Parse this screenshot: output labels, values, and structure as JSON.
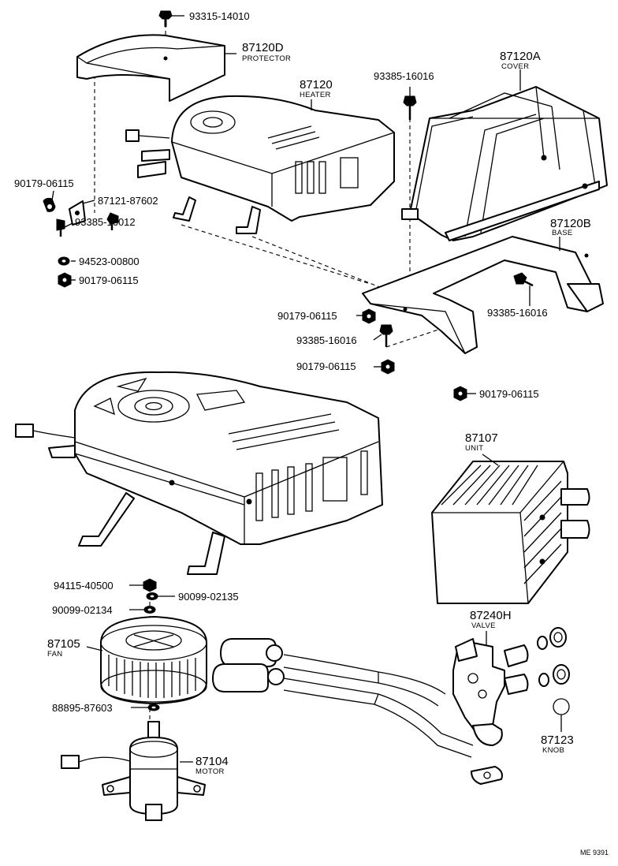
{
  "diagram_code": "ME 9391",
  "labels": {
    "p93315_14010": "93315-14010",
    "p87120D": "87120D",
    "p87120D_name": "PROTECTOR",
    "p87120": "87120",
    "p87120_name": "HEATER",
    "p93385_16016_top": "93385-16016",
    "p87120A": "87120A",
    "p87120A_name": "COVER",
    "p90179_06115_left": "90179-06115",
    "p87121_87602": "87121-87602",
    "p93385_16012": "93385-16012",
    "p94523_00800": "94523-00800",
    "p90179_06115_left2": "90179-06115",
    "p87120B": "87120B",
    "p87120B_name": "BASE",
    "p93385_16016_right": "93385-16016",
    "p90179_06115_mid1": "90179-06115",
    "p93385_16016_mid": "93385-16016",
    "p90179_06115_mid2": "90179-06115",
    "p90179_06115_right": "90179-06115",
    "p87107": "87107",
    "p87107_name": "UNIT",
    "p94115_40500": "94115-40500",
    "p90099_02135": "90099-02135",
    "p90099_02134": "90099-02134",
    "p87105": "87105",
    "p87105_name": "FAN",
    "p87240H": "87240H",
    "p87240H_name": "VALVE",
    "p88895_87603": "88895-87603",
    "p87123": "87123",
    "p87123_name": "KNOB",
    "p87104": "87104",
    "p87104_name": "MOTOR"
  }
}
